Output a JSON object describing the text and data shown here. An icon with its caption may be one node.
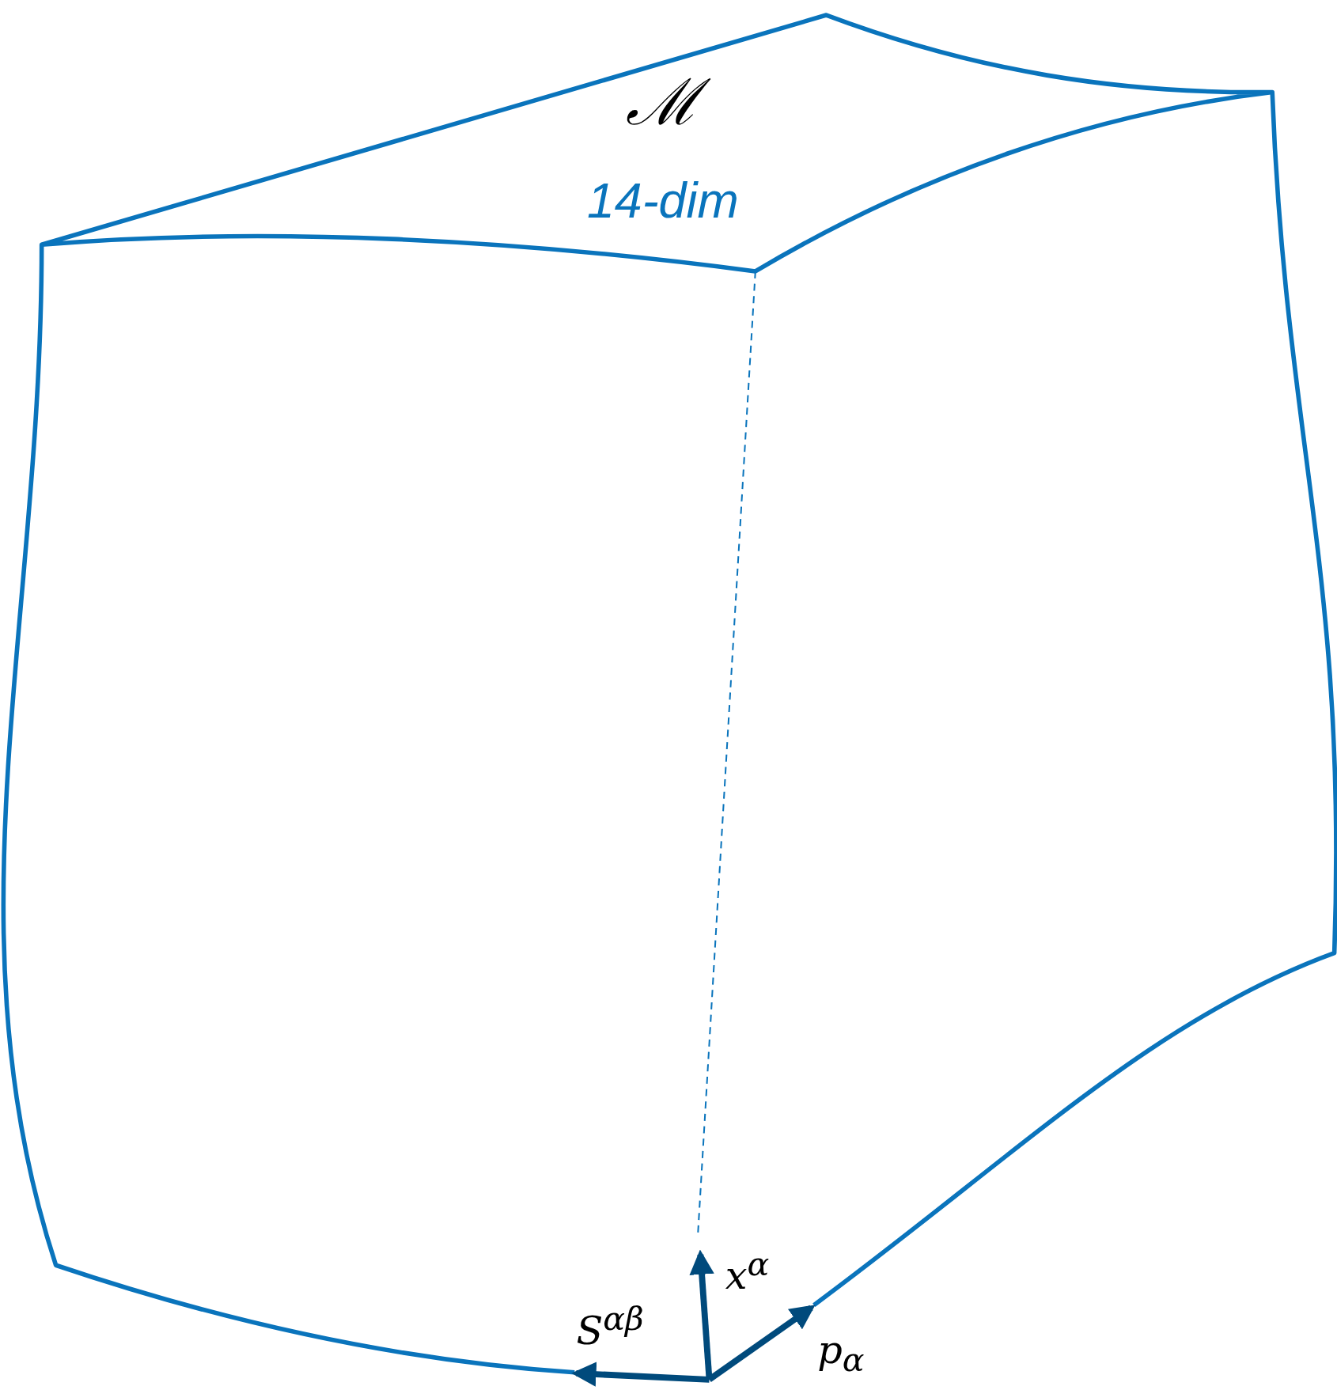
{
  "diagram": {
    "labels": [
      "ℳ",
      "14-dim",
      "x$^{α}$",
      "p$_{α}$",
      "S$^{αβ}$"
    ]
  }
}
